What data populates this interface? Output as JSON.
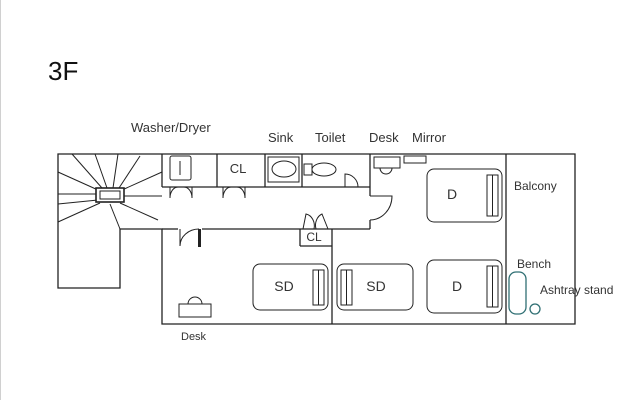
{
  "floor": {
    "label": "3F"
  },
  "labels": {
    "washer_dryer": "Washer/Dryer",
    "sink": "Sink",
    "toilet": "Toilet",
    "desk_top": "Desk",
    "mirror": "Mirror",
    "closet_1": "CL",
    "closet_2": "CL",
    "balcony": "Balcony",
    "bench": "Bench",
    "ashtray_stand": "Ashtray stand",
    "desk_bottom": "Desk",
    "bed_d_top": "D",
    "bed_d_bottom": "D",
    "bed_sd_1": "SD",
    "bed_sd_2": "SD"
  },
  "colors": {
    "lines": "#222222",
    "text": "#333333",
    "balcony_fixture": "#2f6f73"
  }
}
